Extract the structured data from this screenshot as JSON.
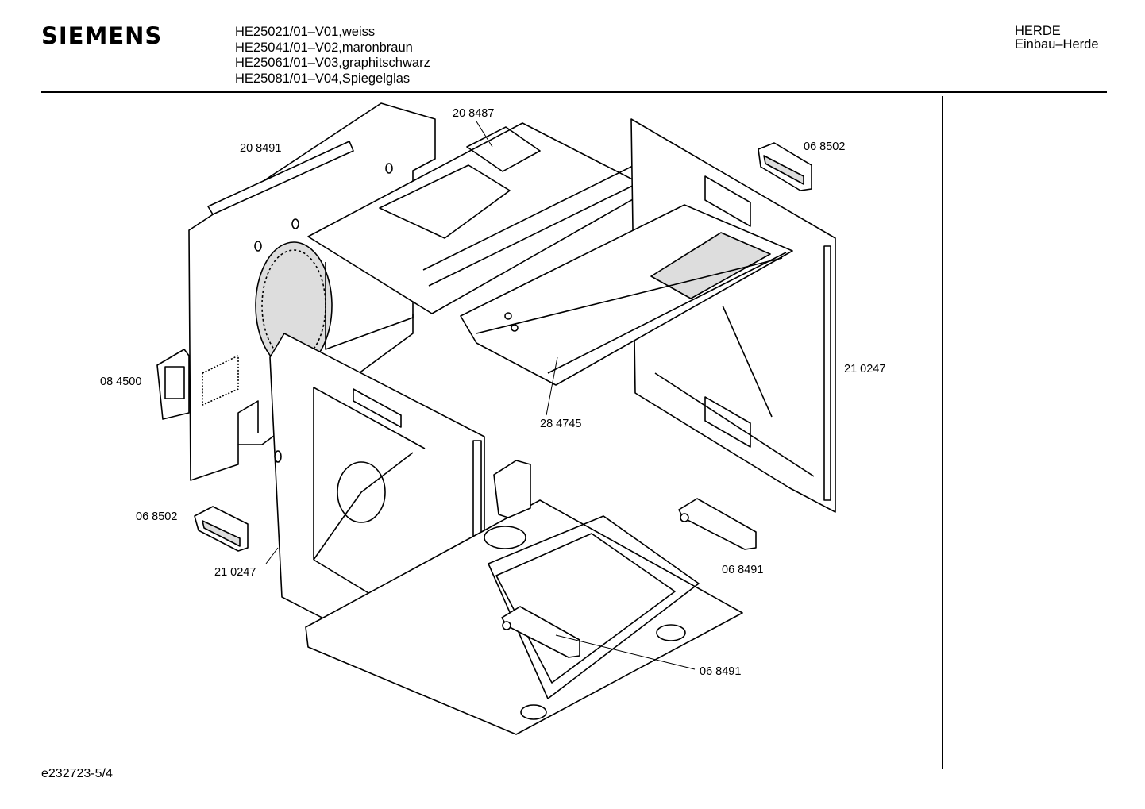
{
  "header": {
    "brand": "SIEMENS",
    "models": [
      "HE25021/01–V01,weiss",
      "HE25041/01–V02,maronbraun",
      "HE25061/01–V03,graphitschwarz",
      "HE25081/01–V04,Spiegelglas"
    ],
    "category": [
      "HERDE",
      "Einbau–Herde"
    ]
  },
  "parts": {
    "p208487": "20 8487",
    "p208491": "20 8491",
    "p068502_top": "06 8502",
    "p084500": "08 4500",
    "p210247_right": "21 0247",
    "p284745": "28 4745",
    "p068502_left": "06 8502",
    "p210247_left": "21 0247",
    "p068491_right": "06 8491",
    "p068491_bottom": "06 8491"
  },
  "footer": {
    "code": "e232723-5/4"
  },
  "colors": {
    "ink": "#000000",
    "paper": "#ffffff"
  }
}
